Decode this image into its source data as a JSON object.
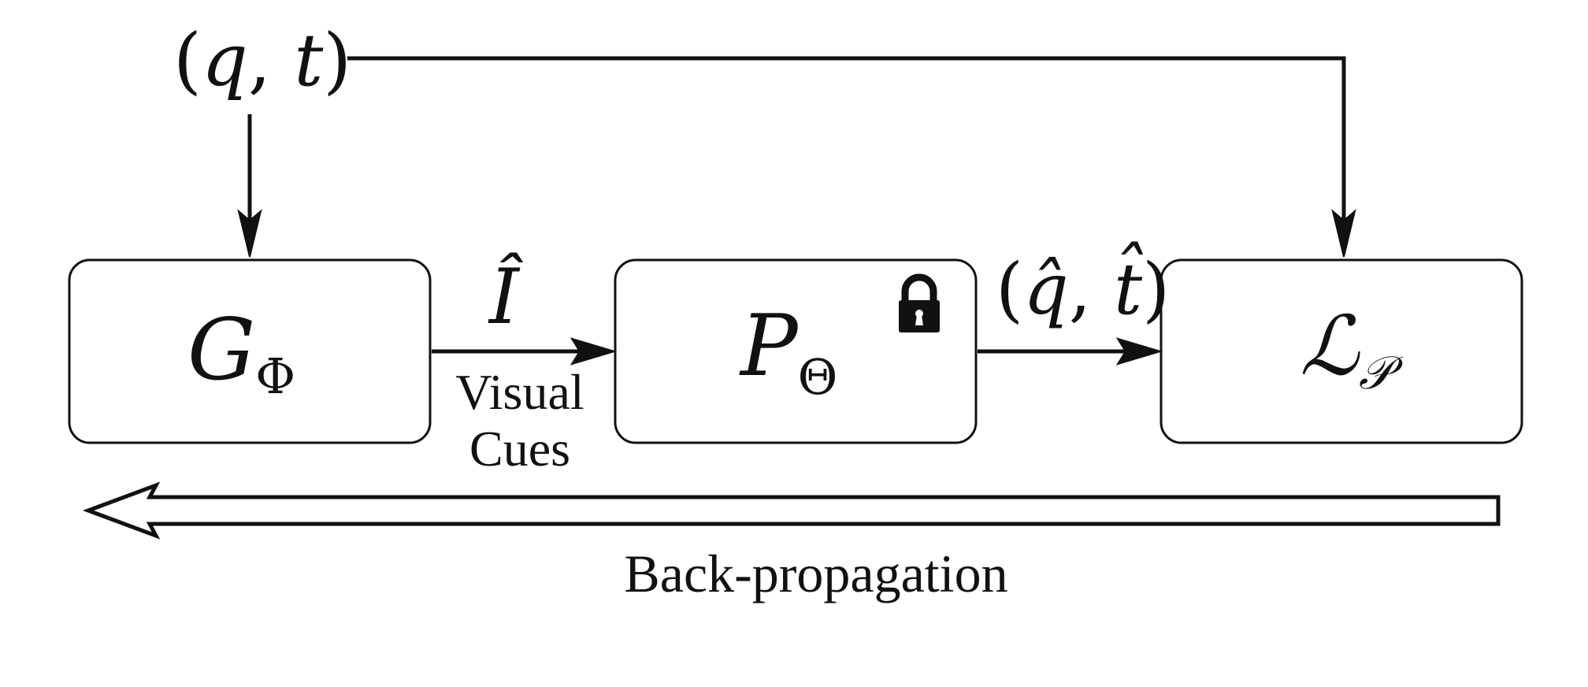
{
  "input": {
    "prefix": "(",
    "q": "q",
    "comma": ", ",
    "t": "t",
    "suffix": ")"
  },
  "nodes": {
    "generator": {
      "symbol": "G",
      "subscript": "Φ"
    },
    "predictor": {
      "symbol": "P",
      "subscript": "Θ",
      "locked_icon": "lock-icon"
    },
    "loss": {
      "symbol": "ℒ",
      "subscript": "𝒫"
    }
  },
  "edges": {
    "generated_image": {
      "symbol": "Î",
      "label_line1": "Visual",
      "label_line2": "Cues"
    },
    "predicted_output": {
      "prefix": "(",
      "q_hat": "q̂",
      "comma": ", ",
      "t_hat": "t̂",
      "suffix": ")"
    }
  },
  "backprop": {
    "label": "Back-propagation"
  },
  "colors": {
    "line": "#111111",
    "background": "#ffffff"
  }
}
